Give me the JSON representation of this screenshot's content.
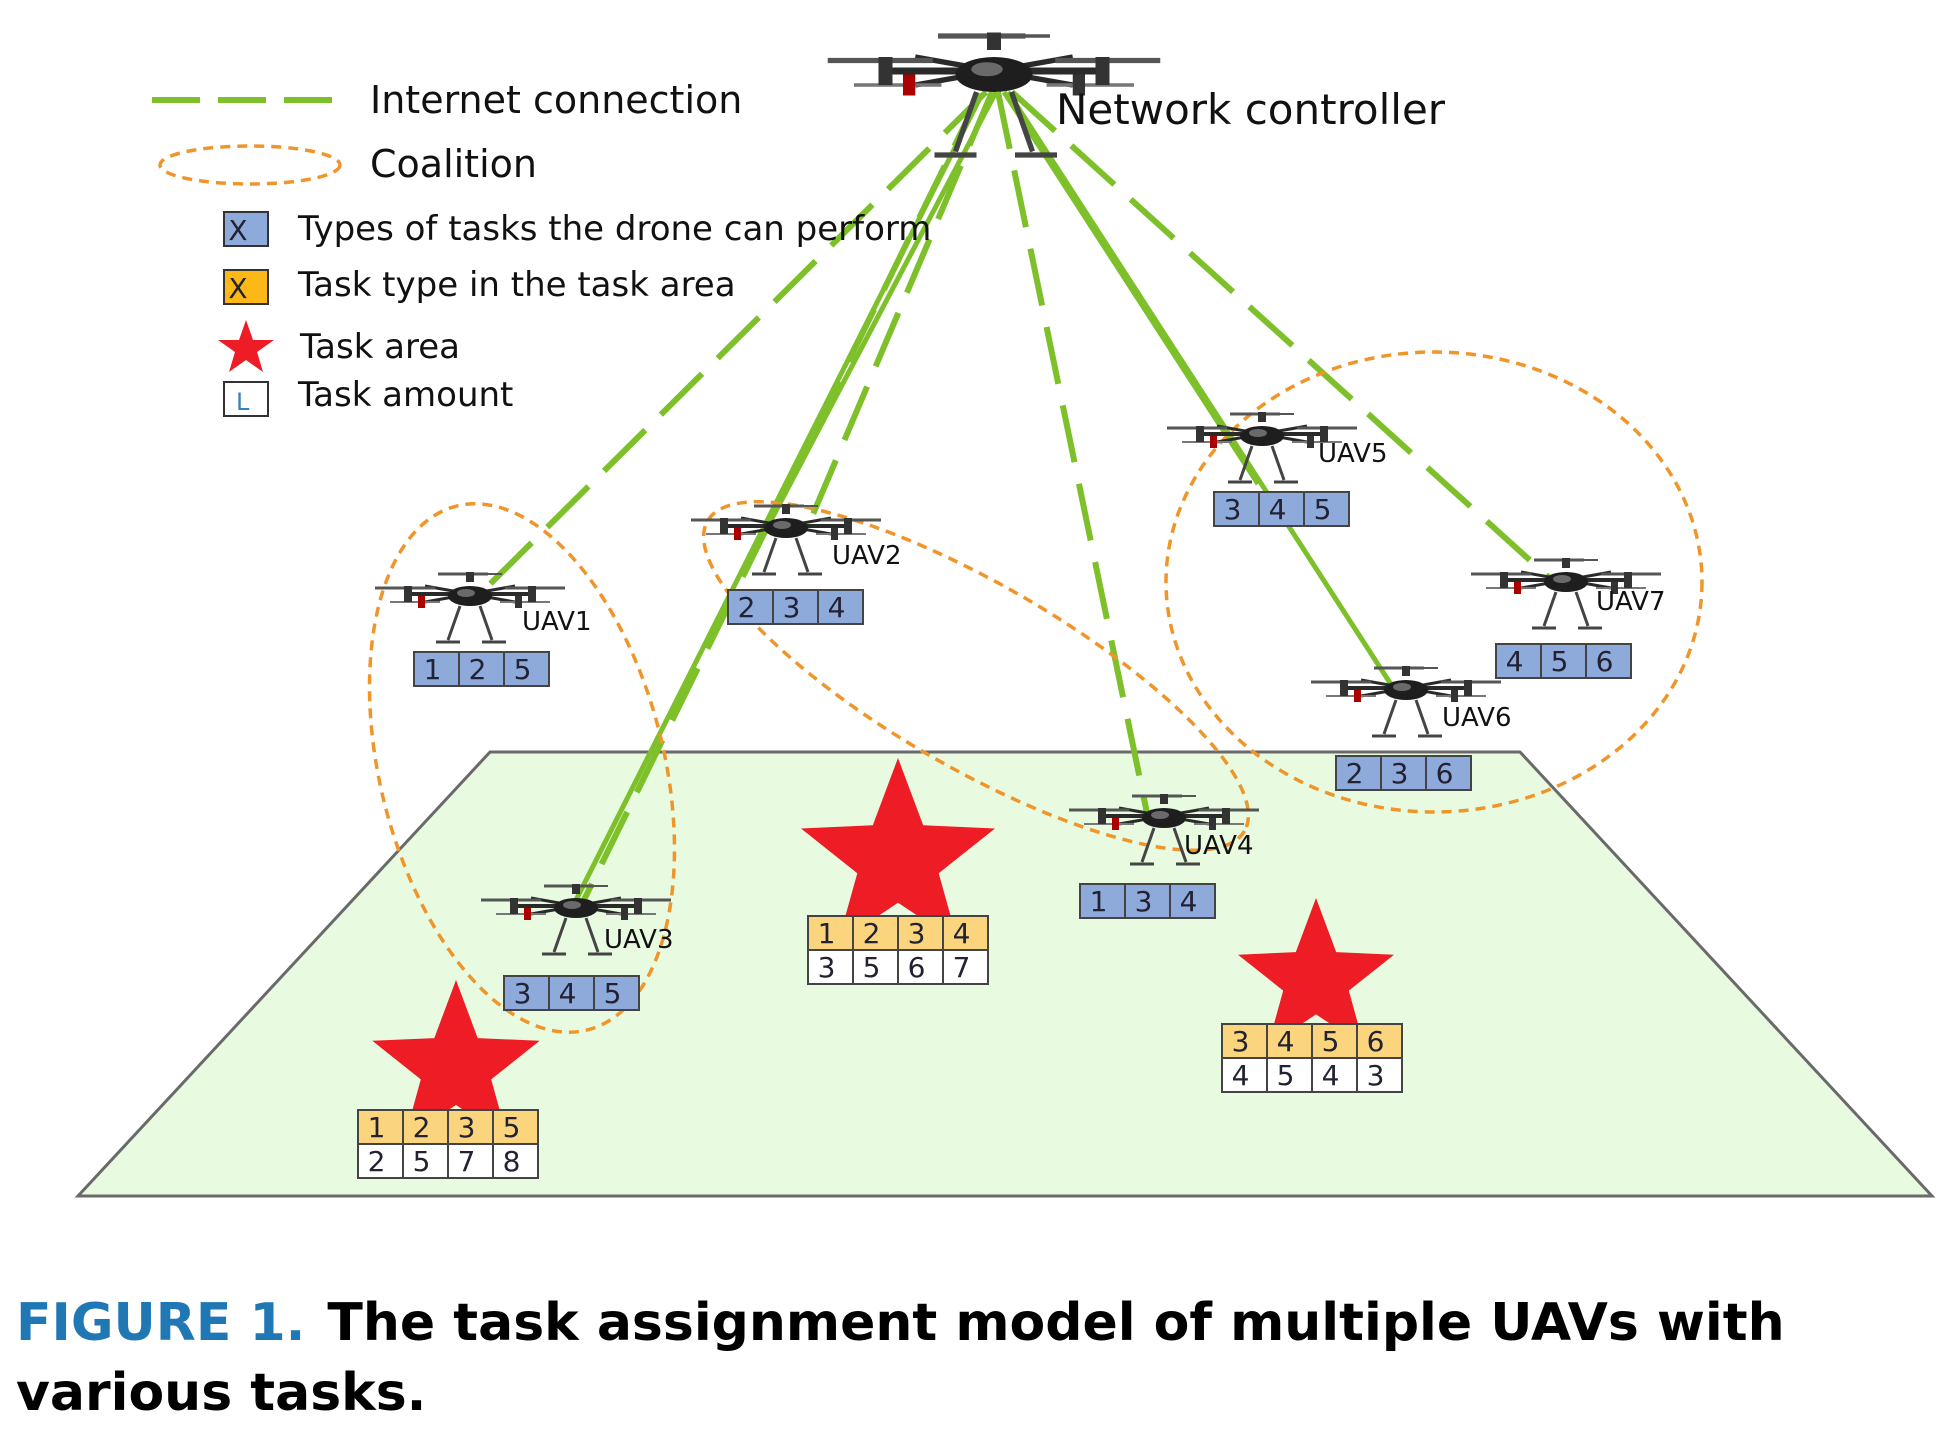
{
  "legend": {
    "internet_connection": "Internet connection",
    "coalition": "Coalition",
    "drone_task_types": "Types of tasks the drone can perform",
    "area_task_type": "Task type in the task area",
    "task_area": "Task area",
    "task_amount": "Task amount",
    "drone_task_symbol": "X",
    "area_task_symbol": "X",
    "amount_symbol": "L"
  },
  "controller": {
    "label": "Network controller"
  },
  "uavs": [
    {
      "label": "UAV1",
      "tasks": [
        "1",
        "2",
        "5"
      ]
    },
    {
      "label": "UAV2",
      "tasks": [
        "2",
        "3",
        "4"
      ]
    },
    {
      "label": "UAV3",
      "tasks": [
        "3",
        "4",
        "5"
      ]
    },
    {
      "label": "UAV4",
      "tasks": [
        "1",
        "3",
        "4"
      ]
    },
    {
      "label": "UAV5",
      "tasks": [
        "3",
        "4",
        "5"
      ]
    },
    {
      "label": "UAV6",
      "tasks": [
        "2",
        "3",
        "6"
      ]
    },
    {
      "label": "UAV7",
      "tasks": [
        "4",
        "5",
        "6"
      ]
    }
  ],
  "task_areas": [
    {
      "types": [
        "1",
        "2",
        "3",
        "5"
      ],
      "amounts": [
        "2",
        "5",
        "7",
        "8"
      ]
    },
    {
      "types": [
        "1",
        "2",
        "3",
        "4"
      ],
      "amounts": [
        "3",
        "5",
        "6",
        "7"
      ]
    },
    {
      "types": [
        "3",
        "4",
        "5",
        "6"
      ],
      "amounts": [
        "4",
        "5",
        "4",
        "3"
      ]
    }
  ],
  "colors": {
    "connection": "#7dc02a",
    "coalition": "#f0952a",
    "uav_cell": "#8eaadb",
    "area_type_cell": "#fbd57e",
    "amount_cell": "#ffffff",
    "ground": "#e8fbe0",
    "star": "#ee1c24",
    "caption_label": "#1f77b4"
  },
  "caption": {
    "label": "FIGURE 1.",
    "text": "The task assignment model of multiple UAVs with various tasks."
  }
}
